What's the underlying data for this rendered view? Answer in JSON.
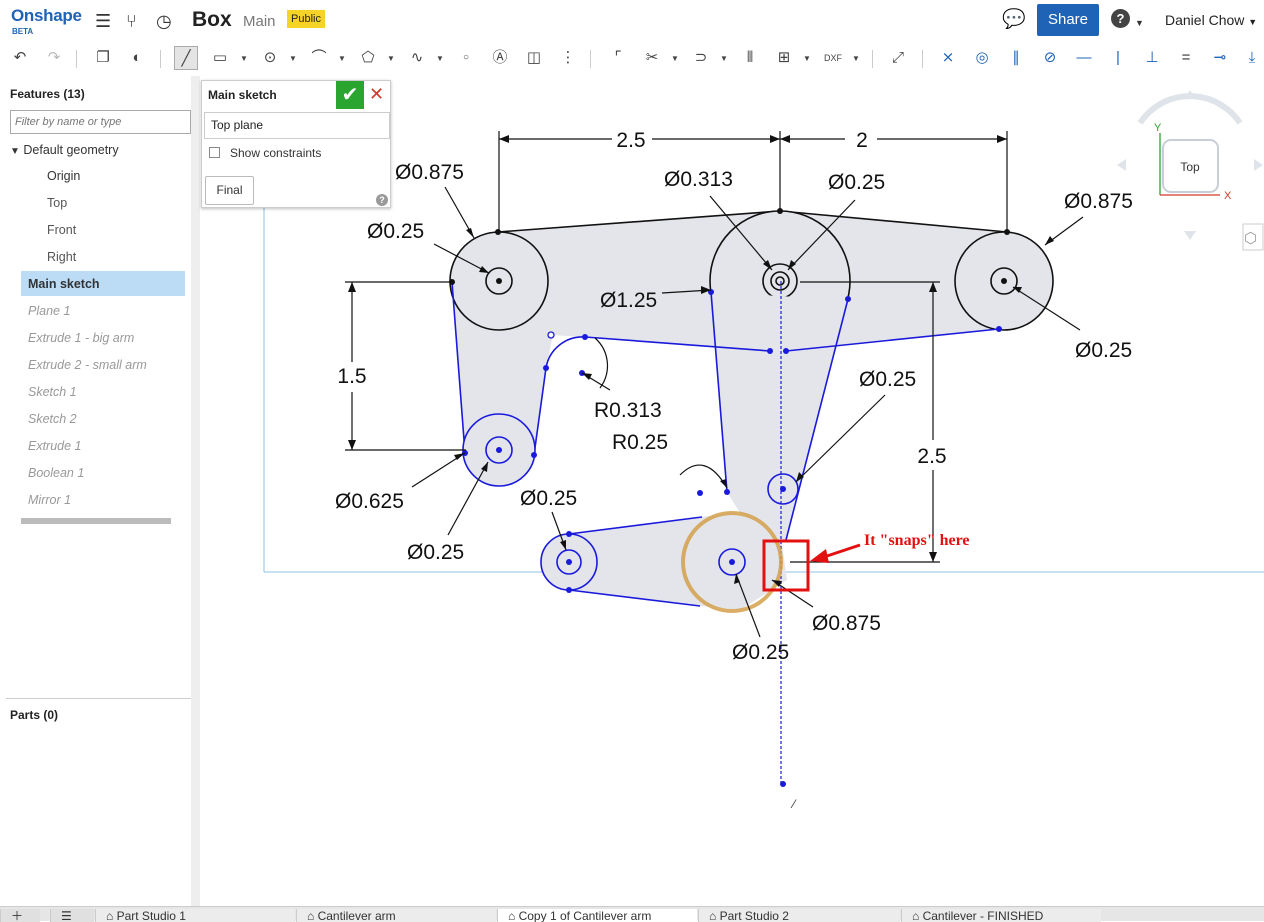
{
  "app": {
    "logo": "Onshape",
    "logo_badge": "BETA",
    "doc_title": "Box",
    "workspace": "Main",
    "visibility": "Public",
    "share_label": "Share",
    "help_label": "?",
    "user_name": "Daniel Chow"
  },
  "feature_panel": {
    "header": "Features (13)",
    "filter_placeholder": "Filter by name or type",
    "default_geometry_label": "Default geometry",
    "default_items": [
      "Origin",
      "Top",
      "Front",
      "Right"
    ],
    "features": [
      "Main sketch",
      "Plane 1",
      "Extrude 1 - big arm",
      "Extrude 2 - small arm",
      "Sketch 1",
      "Sketch 2",
      "Extrude 1",
      "Boolean 1",
      "Mirror 1"
    ],
    "selected_feature": "Main sketch",
    "parts_header": "Parts (0)"
  },
  "sketch_dialog": {
    "title": "Main sketch",
    "plane": "Top plane",
    "show_constraints_label": "Show constraints",
    "show_constraints_checked": false,
    "final_label": "Final",
    "help": "?"
  },
  "view_cube": {
    "face_label": "Top",
    "axis_y": "Y",
    "axis_x": "X"
  },
  "dimensions": {
    "d_top_left": "2.5",
    "d_top_right": "2",
    "dia_left_outer": "Ø0.875",
    "dia_left_inner": "Ø0.25",
    "dia_center_small": "Ø0.313",
    "dia_center_inner": "Ø0.25",
    "dia_right_outer": "Ø0.875",
    "dia_right_inner": "Ø0.25",
    "dia_center_outer": "Ø1.25",
    "d_left_vertical": "1.5",
    "r_arc_upper": "R0.313",
    "r_arc_lower": "R0.25",
    "dia_mid_right": "Ø0.25",
    "d_right_vertical": "2.5",
    "dia_mid_left_outer": "Ø0.625",
    "dia_mid_left_inner": "Ø0.25",
    "dia_bottom_left": "Ø0.25",
    "dia_bottom_right_outer": "Ø0.875",
    "dia_bottom_right_inner": "Ø0.25"
  },
  "annotation": {
    "text": "It \"snaps\" here",
    "color": "#e31010"
  },
  "colors": {
    "brand": "#1f63b6",
    "sketch_blue": "#1a1adc",
    "highlight_gold": "#d4a04a"
  },
  "bottom_tabs": [
    "Part Studio 1",
    "Cantilever arm",
    "Copy 1 of Cantilever arm",
    "Part Studio 2",
    "Cantilever - FINISHED"
  ],
  "active_tab": "Copy 1 of Cantilever arm"
}
